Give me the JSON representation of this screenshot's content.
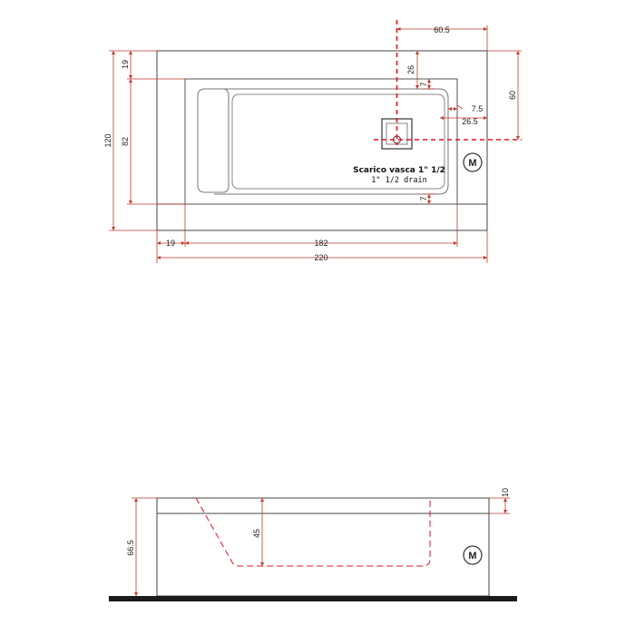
{
  "plan_view": {
    "dimensions": {
      "drain_offset_right": "60.5",
      "rim_top": "19",
      "drain_top": "26",
      "gap_top": "7",
      "drain_side_short": "7.5",
      "drain_side_long": "26.5",
      "drain_height_right": "60",
      "overall_width_left": "120",
      "inner_height": "82",
      "gap_bottom": "7",
      "rim_left": "19",
      "inner_length": "182",
      "overall_length": "220"
    },
    "drain_label": "Scarico vasca 1\" 1/2",
    "drain_label_en": "1\" 1/2  drain",
    "motor_label": "M"
  },
  "side_view": {
    "dimensions": {
      "rim_thickness": "10",
      "depth": "45",
      "overall_height": "66.5"
    },
    "motor_label": "M"
  },
  "colors": {
    "outline": "#444444",
    "dimension": "#c0392b",
    "drain_centerline": "#e0141e",
    "floor": "#1a1a1a"
  }
}
